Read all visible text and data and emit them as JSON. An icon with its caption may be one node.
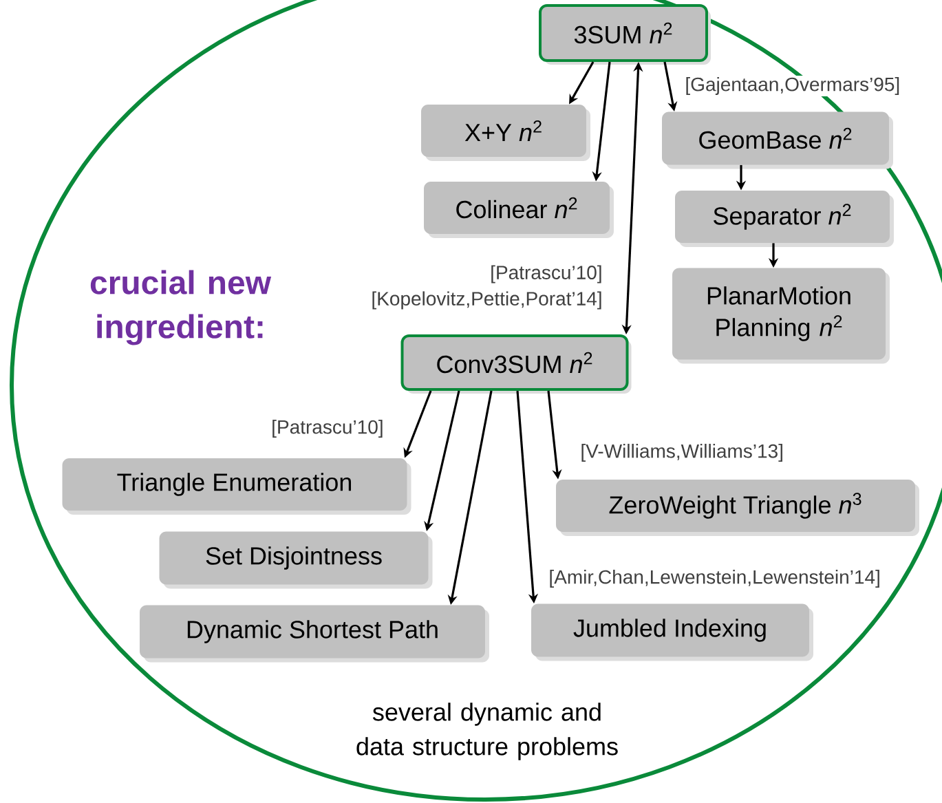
{
  "diagram": {
    "nodes": [
      {
        "text": [
          "3SUM *n*$^{2}$"
        ]
      },
      {
        "text": [
          "X+Y *n*$^{2}$"
        ]
      },
      {
        "text": [
          "Colinear *n*$^{2}$"
        ]
      },
      {
        "text": [
          "GeomBase *n*$^{2}$"
        ]
      },
      {
        "text": [
          "Separator *n*$^{2}$"
        ]
      },
      {
        "text": [
          "PlanarMotion Planning *n*$^{2}$"
        ]
      },
      {
        "text": [
          "Conv3SUM *n*$^{2}$"
        ]
      },
      {
        "text": [
          "Triangle Enumeration"
        ]
      },
      {
        "text": [
          "Set Disjointness"
        ]
      },
      {
        "text": [
          "Dynamic Shortest Path"
        ]
      },
      {
        "text": [
          "ZeroWeight Triangle *n*$^{3}$"
        ]
      },
      {
        "text": [
          "Jumbled Indexing"
        ]
      }
    ],
    "edges": [
      {
        "from": 0,
        "to": 1,
        "arrow": "to"
      },
      {
        "from": 0,
        "to": 2,
        "arrow": "to"
      },
      {
        "from": 0,
        "to": 6,
        "arrow": "both",
        "label": "[Patrascu’10] [Kopelovitz,Pettie,Porat’14]"
      },
      {
        "from": 0,
        "to": 3,
        "arrow": "to",
        "label": "[Gajentaan,Overmars’95]"
      },
      {
        "from": 3,
        "to": 4,
        "arrow": "to"
      },
      {
        "from": 4,
        "to": 5,
        "arrow": "to"
      },
      {
        "from": 6,
        "to": 7,
        "arrow": "to",
        "label": "[Patrascu’10]"
      },
      {
        "from": 6,
        "to": 8,
        "arrow": "to"
      },
      {
        "from": 6,
        "to": 9,
        "arrow": "to"
      },
      {
        "from": 6,
        "to": 11,
        "arrow": "to",
        "label": "[Amir,Chan,Lewenstein,Lewenstein’14]"
      },
      {
        "from": 6,
        "to": 10,
        "arrow": "to",
        "label": "[V-Williams,Williams’13]"
      }
    ],
    "labels": [
      "crucial new ingredient:",
      "several dynamic and data structure problems"
    ]
  }
}
